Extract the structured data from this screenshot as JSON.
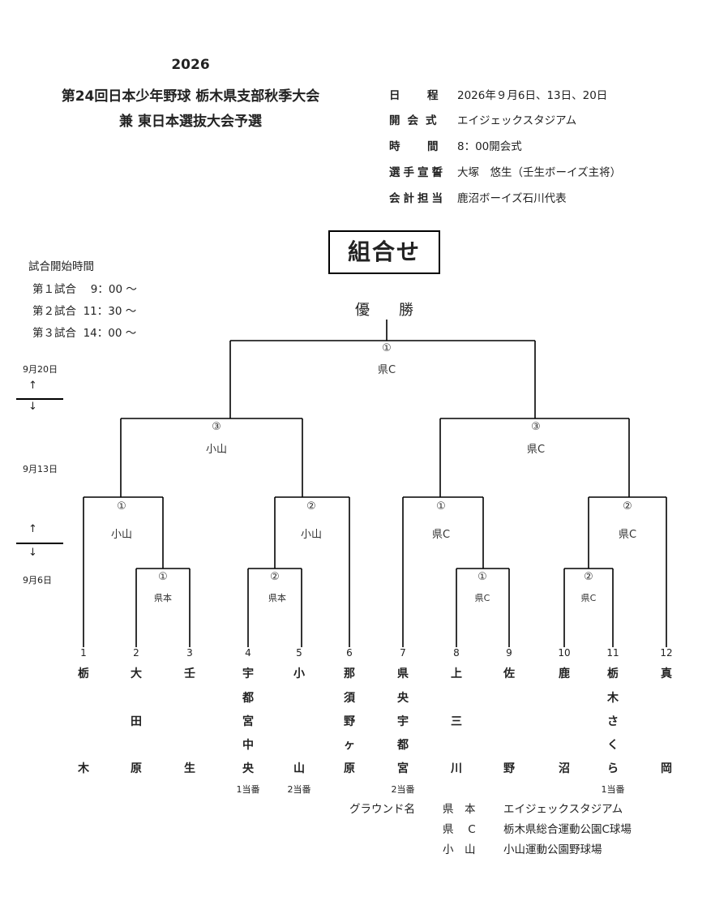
{
  "header": {
    "year": "2026",
    "title_line1": "第24回日本少年野球 栃木県支部秋季大会",
    "title_line2": "兼 東日本選抜大会予選"
  },
  "info": [
    {
      "label": "日　程",
      "value": "2026年９月6日、13日、20日"
    },
    {
      "label": "開会式",
      "value": "エイジェックスタジアム"
    },
    {
      "label": "時　間",
      "value": "8：00開会式"
    },
    {
      "label": "選手宣誓",
      "value": "大塚　悠生（壬生ボーイズ主将）"
    },
    {
      "label": "会計担当",
      "value": "鹿沼ボーイズ石川代表"
    }
  ],
  "kumiawase": "組合せ",
  "start_times": {
    "title": "試合開始時間",
    "rows": [
      "第１試合　 9：00 ～",
      "第２試合  11：30 ～",
      "第３試合  14：00 ～"
    ]
  },
  "dates": {
    "d20": "9月20日",
    "d13": "9月13日",
    "d6": "9月6日",
    "up": "↑",
    "down": "↓"
  },
  "champion": "優　　勝",
  "bracket": {
    "final": {
      "order": "①",
      "ground": "県C"
    },
    "semi_left": {
      "order": "③",
      "ground": "小山"
    },
    "semi_right": {
      "order": "③",
      "ground": "県C"
    },
    "q1": {
      "order": "①",
      "ground": "小山"
    },
    "q2": {
      "order": "②",
      "ground": "小山"
    },
    "q3": {
      "order": "①",
      "ground": "県C"
    },
    "q4": {
      "order": "②",
      "ground": "県C"
    },
    "r1a": {
      "order": "①",
      "ground": "県本"
    },
    "r1b": {
      "order": "②",
      "ground": "県本"
    },
    "r1c": {
      "order": "①",
      "ground": "県C"
    },
    "r1d": {
      "order": "②",
      "ground": "県C"
    }
  },
  "teams": [
    {
      "num": "1",
      "chars": [
        "栃",
        "",
        "",
        "",
        "木"
      ],
      "slot": ""
    },
    {
      "num": "2",
      "chars": [
        "大",
        "",
        "田",
        "",
        "原"
      ],
      "slot": ""
    },
    {
      "num": "3",
      "chars": [
        "壬",
        "",
        "",
        "",
        "生"
      ],
      "slot": ""
    },
    {
      "num": "4",
      "chars": [
        "宇",
        "都",
        "宮",
        "中",
        "央"
      ],
      "slot": "1当番"
    },
    {
      "num": "5",
      "chars": [
        "小",
        "",
        "",
        "",
        "山"
      ],
      "slot": "2当番"
    },
    {
      "num": "6",
      "chars": [
        "那",
        "須",
        "野",
        "ヶ",
        "原"
      ],
      "slot": ""
    },
    {
      "num": "7",
      "chars": [
        "県",
        "央",
        "宇",
        "都",
        "宮"
      ],
      "slot": "2当番"
    },
    {
      "num": "8",
      "chars": [
        "上",
        "",
        "三",
        "",
        "川"
      ],
      "slot": ""
    },
    {
      "num": "9",
      "chars": [
        "佐",
        "",
        "",
        "",
        "野"
      ],
      "slot": ""
    },
    {
      "num": "10",
      "chars": [
        "鹿",
        "",
        "",
        "",
        "沼"
      ],
      "slot": ""
    },
    {
      "num": "11",
      "chars": [
        "栃",
        "木",
        "さ",
        "く",
        "ら"
      ],
      "slot": "1当番"
    },
    {
      "num": "12",
      "chars": [
        "真",
        "",
        "",
        "",
        "岡"
      ],
      "slot": ""
    }
  ],
  "grounds": {
    "title": "グラウンド名",
    "rows": [
      {
        "abbr": "県　本",
        "name": "エイジェックスタジアム"
      },
      {
        "abbr": "県　 C",
        "name": "栃木県総合運動公園C球場"
      },
      {
        "abbr": "小　山",
        "name": "小山運動公園野球場"
      }
    ]
  }
}
